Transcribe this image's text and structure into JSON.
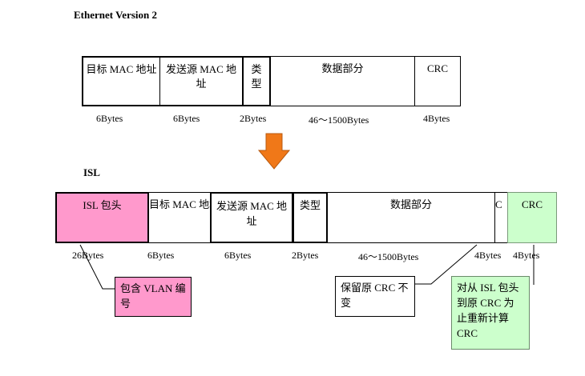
{
  "top": {
    "title": "Ethernet Version 2",
    "fields": [
      {
        "label": "目标 MAC 地址"
      },
      {
        "label": "发送源 MAC 地址"
      },
      {
        "label": "类型"
      },
      {
        "label": "数据部分"
      },
      {
        "label": "CRC"
      }
    ],
    "sizes": [
      "6Bytes",
      "6Bytes",
      "2Bytes",
      "46～1500Bytes",
      "4Bytes"
    ]
  },
  "bottom": {
    "title": "ISL",
    "fields": [
      {
        "label": "ISL 包头"
      },
      {
        "label": "目标 MAC 地址"
      },
      {
        "label": "发送源 MAC 地址"
      },
      {
        "label": "类型"
      },
      {
        "label": "数据部分"
      },
      {
        "label": "C"
      },
      {
        "label": "CRC"
      }
    ],
    "sizes": [
      "26Bytes",
      "6Bytes",
      "6Bytes",
      "2Bytes",
      "46～1500Bytes",
      "4Bytes",
      "4Bytes"
    ]
  },
  "notes": {
    "vlan": "包含 VLAN 编号",
    "keep_crc": "保留原 CRC 不变",
    "new_crc": "对从 ISL 包头到原 CRC 为止重新计算 CRC"
  },
  "colors": {
    "isl_header": "#ff99cc",
    "crc_new": "#ccffcc",
    "arrow": "#f07818"
  }
}
